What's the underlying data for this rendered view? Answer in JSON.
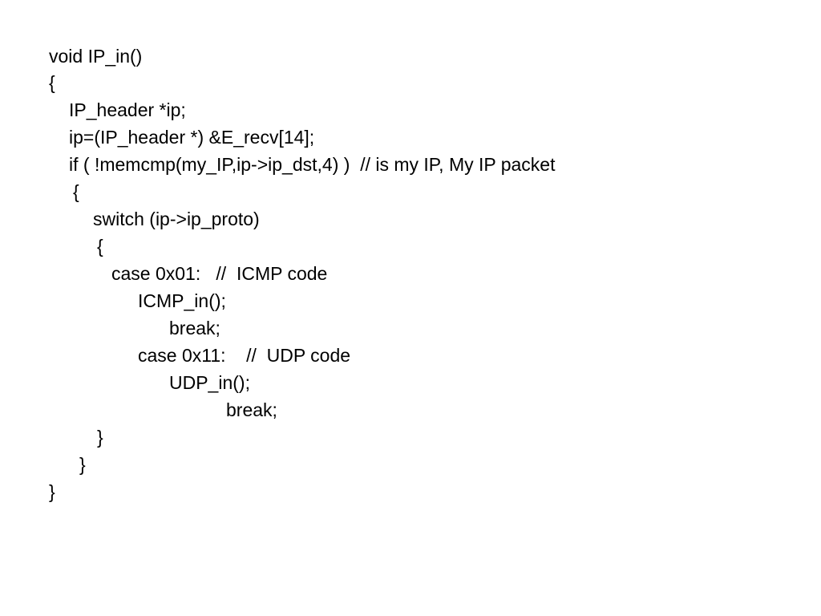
{
  "slide": {
    "code_lines": [
      "void IP_in()",
      "{",
      "IP_header *ip;",
      "ip=(IP_header *) &E_recv[14];",
      "if ( !memcmp(my_IP,ip->ip_dst,4) )  // is my IP, My IP packet",
      "{",
      "switch (ip->ip_proto)",
      "{",
      "case 0x01:   //  ICMP code",
      "ICMP_in();",
      "break;",
      "case 0x11:    //  UDP code",
      "UDP_in();",
      "break;",
      "}",
      "}",
      "}"
    ]
  }
}
